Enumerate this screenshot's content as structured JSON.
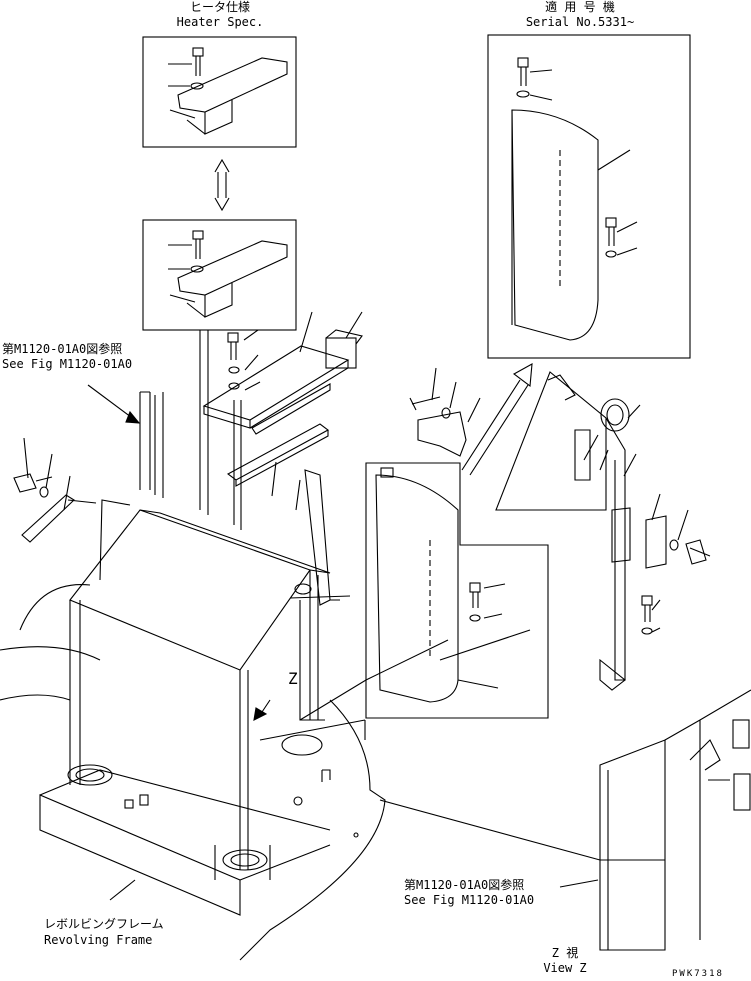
{
  "labels": {
    "heater_spec_jp": "ヒータ仕様",
    "heater_spec_en": "Heater Spec.",
    "serial_jp": "適 用 号 機",
    "serial_en": "Serial No.5331~",
    "ref_top_jp": "第M1120-01A0図参照",
    "ref_top_en": "See Fig M1120-01A0",
    "ref_bottom_jp": "第M1120-01A0図参照",
    "ref_bottom_en": "See Fig M1120-01A0",
    "frame_jp": "レボルビングフレーム",
    "frame_en": "Revolving Frame",
    "view_jp": "Z  視",
    "view_en": "View Z",
    "z_marker": "Z",
    "drawing_id": "PWK7318"
  }
}
